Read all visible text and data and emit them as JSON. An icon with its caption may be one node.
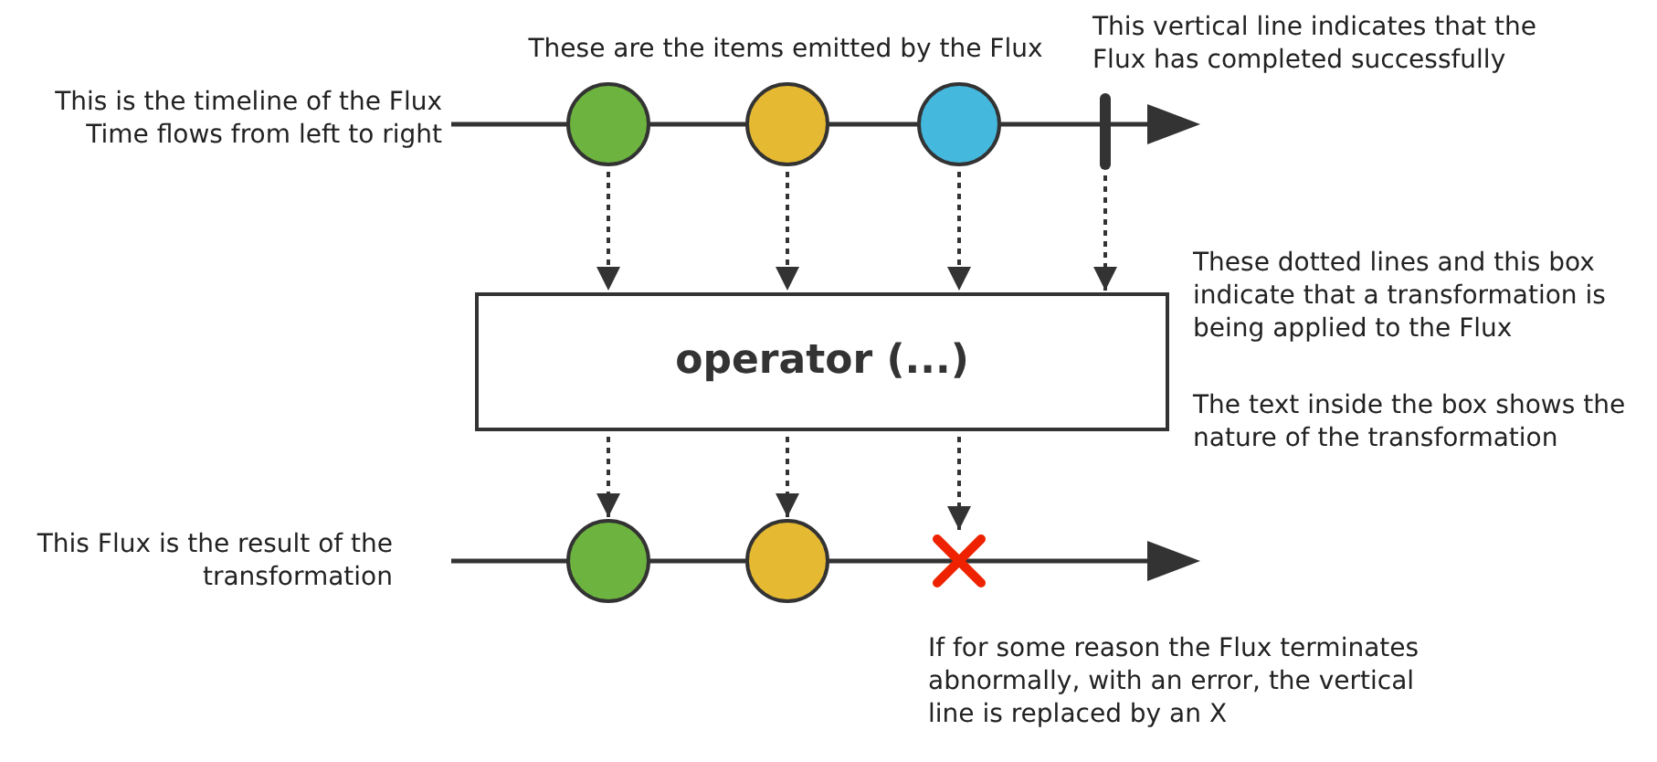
{
  "diagram": {
    "nodes": [
      {
        "text": [],
        "shape": "circle"
      },
      {
        "text": [],
        "shape": "circle"
      },
      {
        "text": [],
        "shape": "circle"
      },
      {
        "text": [],
        "shape": "bar"
      },
      {
        "text": [
          "operator (...)"
        ]
      },
      {
        "text": [],
        "shape": "circle"
      },
      {
        "text": [],
        "shape": "circle"
      },
      {
        "text": [],
        "shape": "cross"
      }
    ],
    "edges": [
      {
        "from": 0,
        "to": 4,
        "arrow": "to",
        "style": "dashed"
      },
      {
        "from": 1,
        "to": 4,
        "arrow": "to",
        "style": "dashed"
      },
      {
        "from": 2,
        "to": 4,
        "arrow": "to",
        "style": "dashed"
      },
      {
        "from": 3,
        "to": 4,
        "arrow": "to",
        "style": "dashed"
      },
      {
        "from": 4,
        "to": 5,
        "arrow": "to",
        "style": "dashed"
      },
      {
        "from": 4,
        "to": 6,
        "arrow": "to",
        "style": "dashed"
      },
      {
        "from": 4,
        "to": 7,
        "arrow": "to",
        "style": "dashed"
      }
    ],
    "labels": [
      "These are the items emitted by the Flux",
      "This vertical line indicates that the Flux has completed successfully",
      "This is the timeline of the Flux Time flows from left to right",
      "These dotted lines and this box indicate that a transformation is being applied to the Flux",
      "The text inside the box shows the nature of the transformation",
      "This Flux is the result of the transformation",
      "If for some reason the Flux terminates abnormally, with an error, the vertical line is replaced by an X"
    ]
  }
}
